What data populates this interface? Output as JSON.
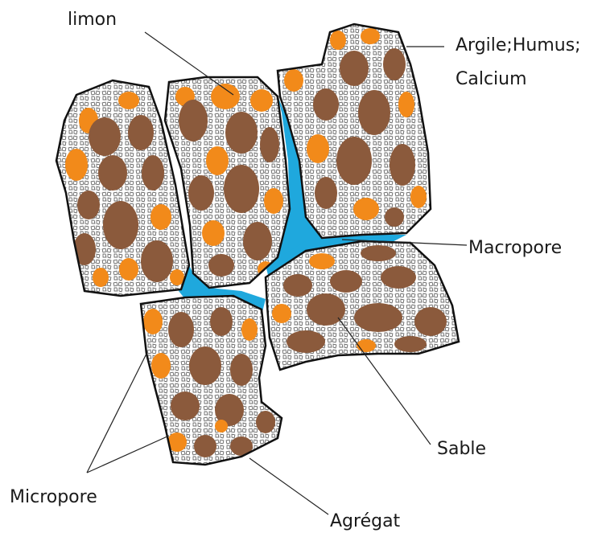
{
  "labels": {
    "limon": "limon",
    "argile_line1": "Argile;Humus;",
    "argile_line2": "Calcium",
    "macropore": "Macropore",
    "sable": "Sable",
    "micropore": "Micropore",
    "agregat": "Agrégat"
  },
  "colors": {
    "sand": "#8B5A3C",
    "silt": "#F28A1A",
    "macropore_water": "#1FA8DD",
    "clay_fill": "#FFFFFF",
    "outline": "#111111",
    "leader_line": "#222222"
  }
}
